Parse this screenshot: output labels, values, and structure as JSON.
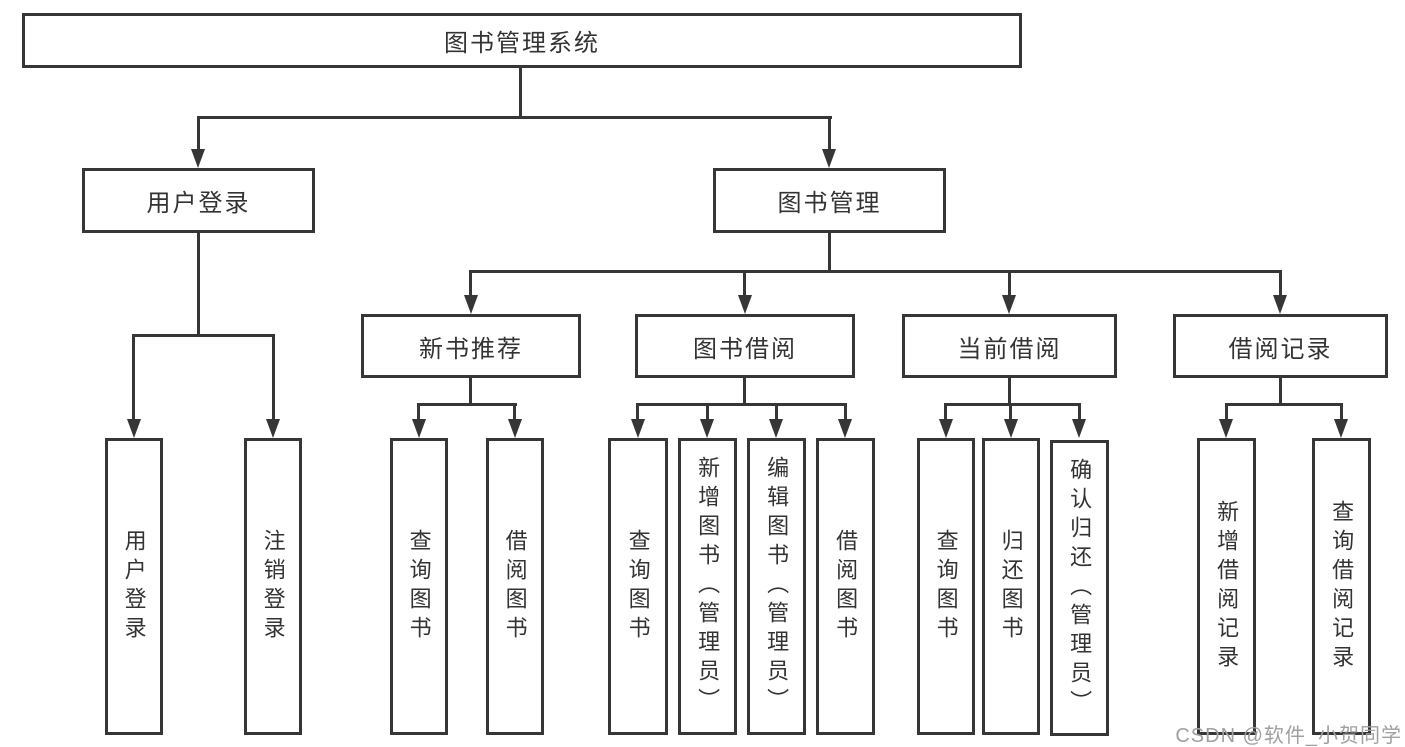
{
  "tree": {
    "root": {
      "label": "图书管理系统"
    },
    "branches": [
      {
        "label": "用户登录",
        "children": [
          {
            "label": "用户登录"
          },
          {
            "label": "注销登录"
          }
        ]
      },
      {
        "label": "图书管理",
        "children": [
          {
            "label": "新书推荐",
            "children": [
              {
                "label": "查询图书"
              },
              {
                "label": "借阅图书"
              }
            ]
          },
          {
            "label": "图书借阅",
            "children": [
              {
                "label": "查询图书"
              },
              {
                "label": "新增图书（管理员）"
              },
              {
                "label": "编辑图书（管理员）"
              },
              {
                "label": "借阅图书"
              }
            ]
          },
          {
            "label": "当前借阅",
            "children": [
              {
                "label": "查询图书"
              },
              {
                "label": "归还图书"
              },
              {
                "label": "确认归还（管理员）"
              }
            ]
          },
          {
            "label": "借阅记录",
            "children": [
              {
                "label": "新增借阅记录"
              },
              {
                "label": "查询借阅记录"
              }
            ]
          }
        ]
      }
    ]
  },
  "watermark": {
    "text": "CSDN @软件_小贺同学"
  },
  "colors": {
    "line": "#363636",
    "text": "#333333",
    "watermark": "#a0a0a0",
    "background": "#ffffff"
  }
}
